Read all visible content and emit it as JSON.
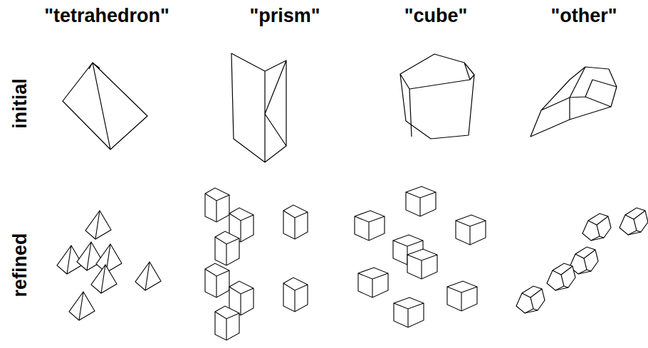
{
  "diagram": {
    "labels": [
      "\"tetrahedron\"",
      "\"prism\"",
      "\"cube\"",
      "\"other\"",
      "initial",
      "refined"
    ]
  }
}
